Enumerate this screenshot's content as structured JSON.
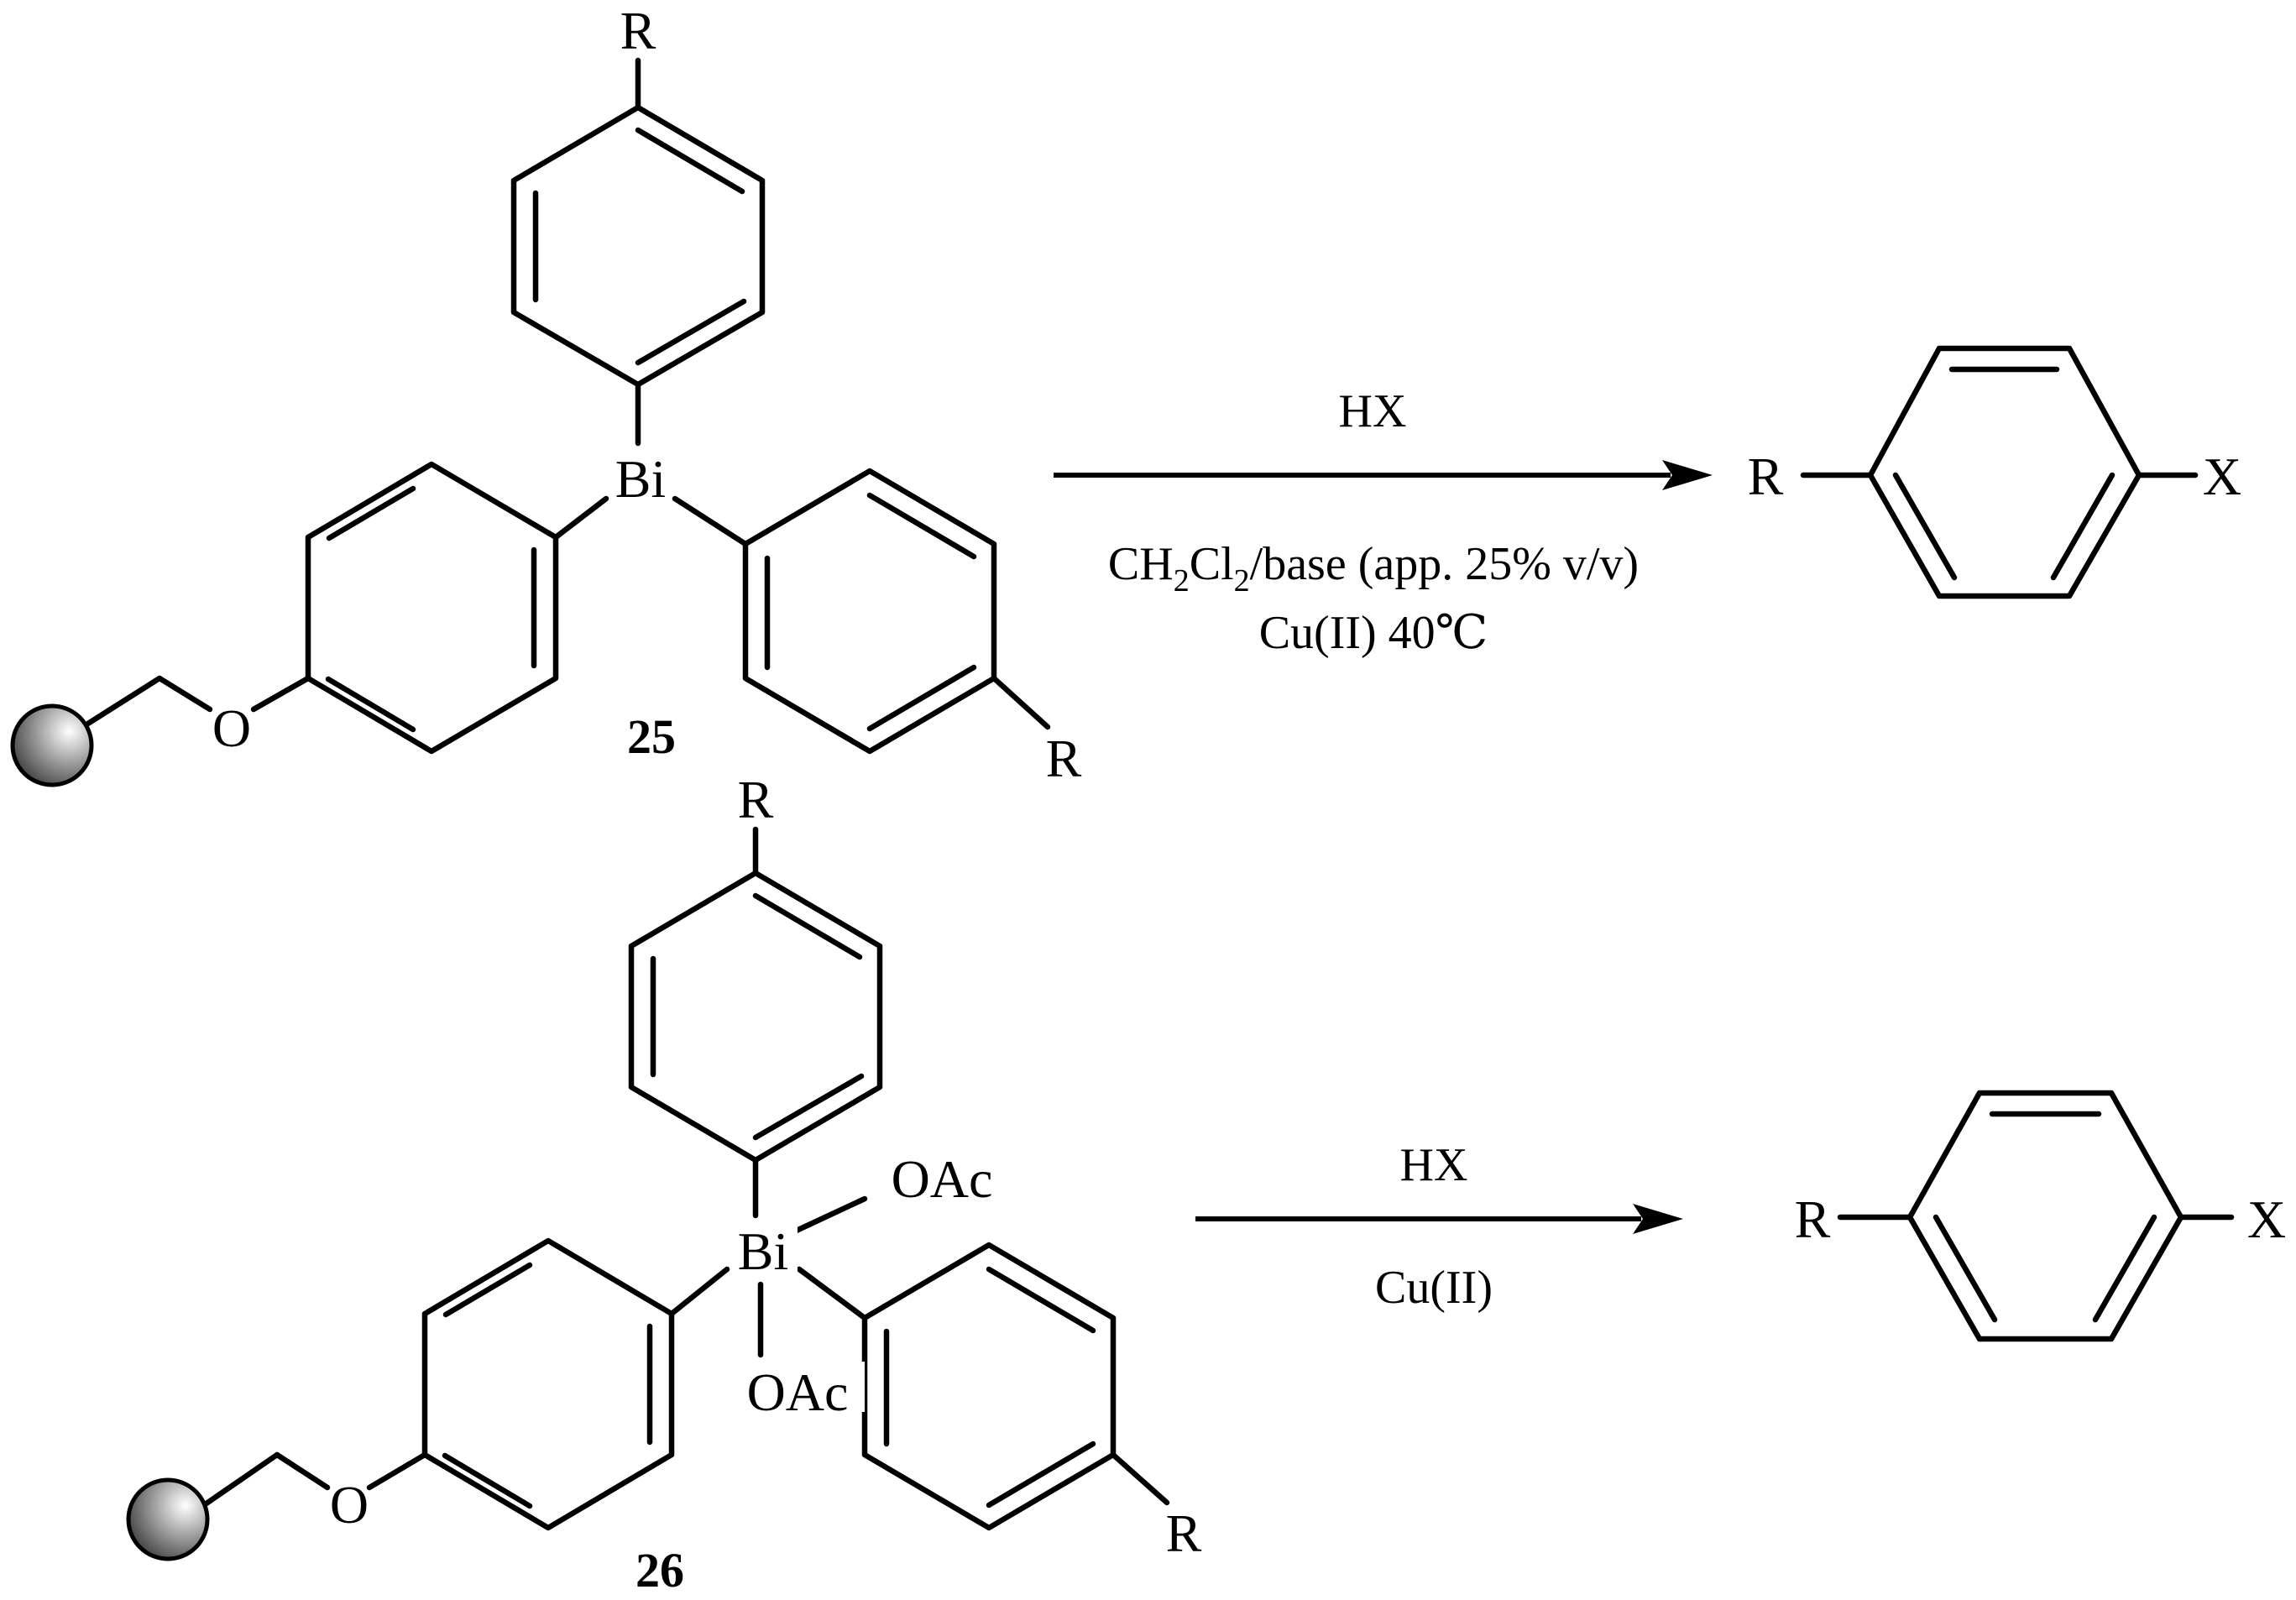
{
  "reaction_1": {
    "compound_label": "25",
    "atoms": {
      "r_top": "R",
      "bi": "Bi",
      "o": "O",
      "r_right": "R"
    },
    "reagent_above": "HX",
    "reagent_below_line1": {
      "ch": "CH",
      "sub_2a": "2",
      "cl": "Cl",
      "sub_2b": "2",
      "rest": "/base (app. 25% v/v)"
    },
    "reagent_below_line2": "Cu(II) 40℃",
    "product": {
      "r": "R",
      "x": "X"
    }
  },
  "reaction_2": {
    "compound_label": "26",
    "atoms": {
      "r_top": "R",
      "bi": "Bi",
      "oac_top": "OAc",
      "oac_bottom": "OAc",
      "o": "O",
      "r_right": "R"
    },
    "reagent_above": "HX",
    "reagent_below": "Cu(II)",
    "product": {
      "r": "R",
      "x": "X"
    }
  },
  "colors": {
    "ink": "#000000",
    "background": "#ffffff",
    "bead_highlight": "#ffffff",
    "bead_mid": "#a8a8a8",
    "bead_shadow": "#404040"
  }
}
